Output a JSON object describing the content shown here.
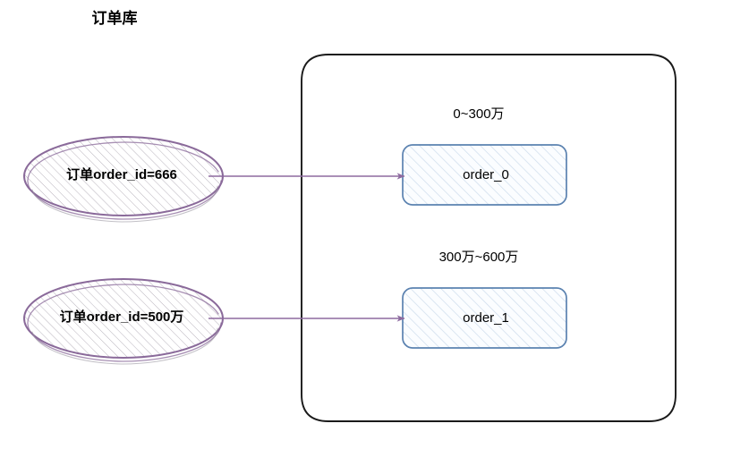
{
  "diagram": {
    "title": "订单库",
    "colors": {
      "container_border": "#1a1a1a",
      "shard_border": "#5b82b0",
      "shard_fill": "#fbfdff",
      "shard_hatch": "#cddcec",
      "ellipse_stroke": "#8a6a9a",
      "ellipse_hatch": "#b9b4bd",
      "arrow": "#8d6a9f",
      "text": "#000000",
      "background": "#ffffff"
    },
    "container": {
      "name": "订单库",
      "shards": [
        {
          "range_label": "0~300万",
          "table_name": "order_0"
        },
        {
          "range_label": "300万~600万",
          "table_name": "order_1"
        }
      ]
    },
    "requests": [
      {
        "label": "订单order_id=666",
        "routes_to": "order_0"
      },
      {
        "label": "订单order_id=500万",
        "routes_to": "order_1"
      }
    ]
  }
}
